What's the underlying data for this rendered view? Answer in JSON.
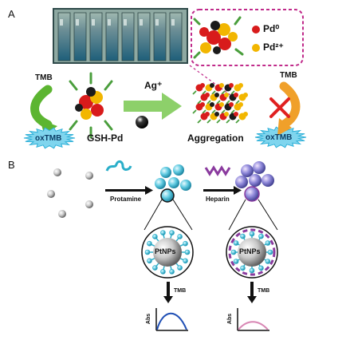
{
  "panel_a": {
    "label": "A",
    "photo_tube_count": 8,
    "inset_legend": [
      {
        "text": "Pd⁰",
        "color": "#d81b1b"
      },
      {
        "text": "Pd²⁺",
        "color": "#f2b600"
      }
    ],
    "tmb_left": "TMB",
    "tmb_right": "TMB",
    "oxtmb_left": "oxTMB",
    "oxtmb_right": "oxTMB",
    "complex_label": "GSH-Pd",
    "reagent_label": "Ag⁺",
    "aggregation_label": "Aggregation",
    "colors": {
      "arrow_green": "#5cb531",
      "oxtmb_blue": "#2fb0d8",
      "inset_border": "#c02a8a",
      "cross_red": "#e02020"
    }
  },
  "panel_b": {
    "label": "B",
    "protamine_label": "Protamine",
    "heparin_label": "Heparin",
    "core_label_left": "PtNPs",
    "core_label_right": "PtNPs",
    "tmb_left": "TMB",
    "tmb_right": "TMB",
    "abs_left": "Abs",
    "abs_right": "Abs",
    "colors": {
      "protamine": "#2aaec9",
      "heparin": "#8a3a9e",
      "curve_high": "#1f4fb5",
      "curve_low": "#d887b4"
    }
  }
}
